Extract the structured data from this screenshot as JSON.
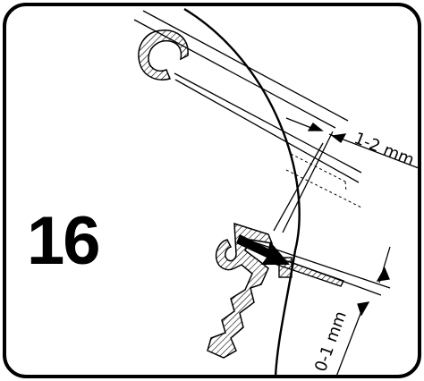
{
  "step": {
    "number": "16"
  },
  "dimensions": {
    "upper_gap": "1-2 mm",
    "lower_gap": "0-1 mm"
  },
  "colors": {
    "stroke": "#000000",
    "background": "#ffffff"
  }
}
